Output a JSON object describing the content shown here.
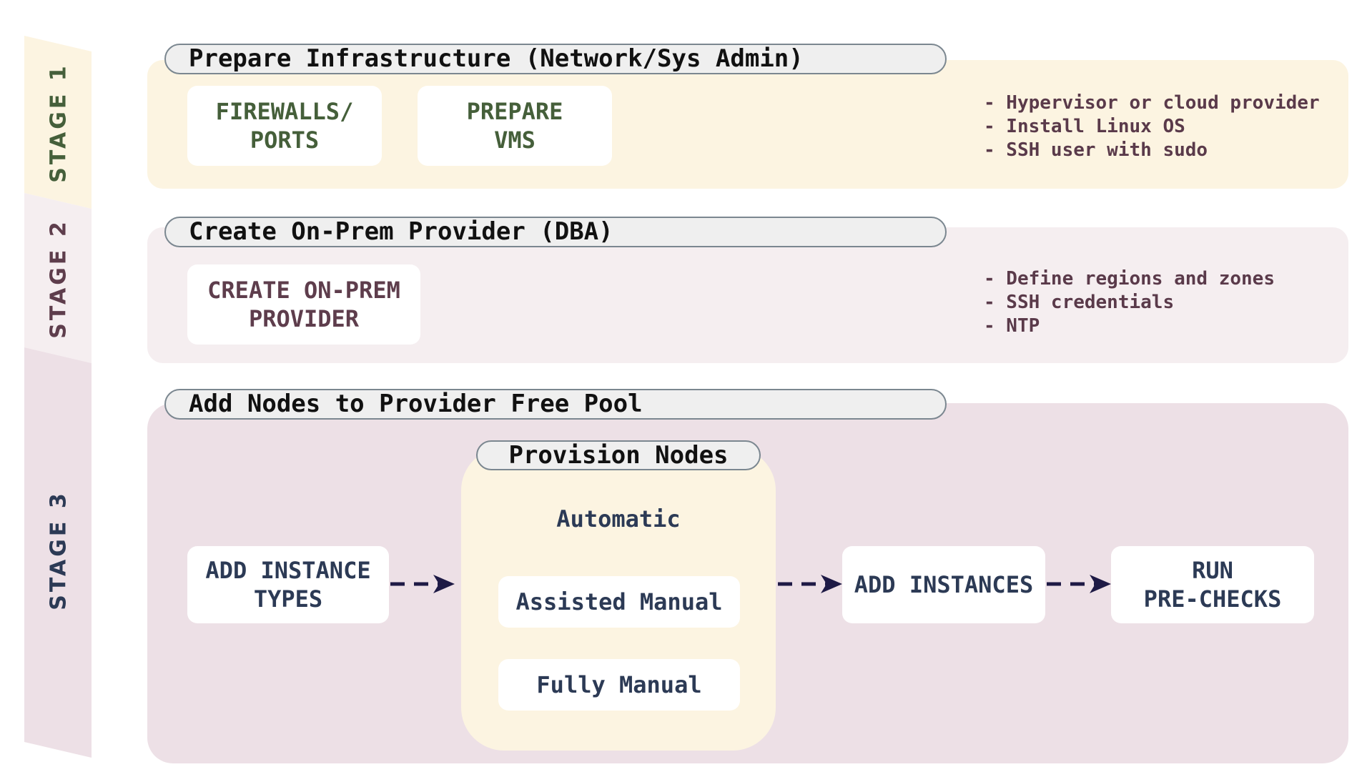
{
  "colors": {
    "stage1": "#fcf4e1",
    "stage2": "#f5eef0",
    "stage3": "#ede0e6",
    "arrow": "#1e1a45"
  },
  "stage_labels": [
    "STAGE 1",
    "STAGE 2",
    "STAGE 3"
  ],
  "stage1": {
    "title": "Prepare Infrastructure (Network/Sys Admin)",
    "boxes": [
      "FIREWALLS/\nPORTS",
      "PREPARE\nVMS"
    ],
    "notes": [
      "- Hypervisor or cloud provider",
      "- Install Linux OS",
      "- SSH user with sudo"
    ]
  },
  "stage2": {
    "title": "Create On-Prem Provider (DBA)",
    "boxes": [
      "CREATE ON-PREM\nPROVIDER"
    ],
    "notes": [
      "- Define regions and zones",
      "- SSH credentials",
      "- NTP"
    ]
  },
  "stage3": {
    "title": "Add Nodes to Provider Free Pool",
    "add_instance_types": "ADD INSTANCE\nTYPES",
    "provision": {
      "title": "Provision Nodes",
      "automatic": "Automatic",
      "assisted_manual": "Assisted Manual",
      "fully_manual": "Fully Manual"
    },
    "add_instances": "ADD INSTANCES",
    "run_prechecks": "RUN\nPRE-CHECKS"
  }
}
